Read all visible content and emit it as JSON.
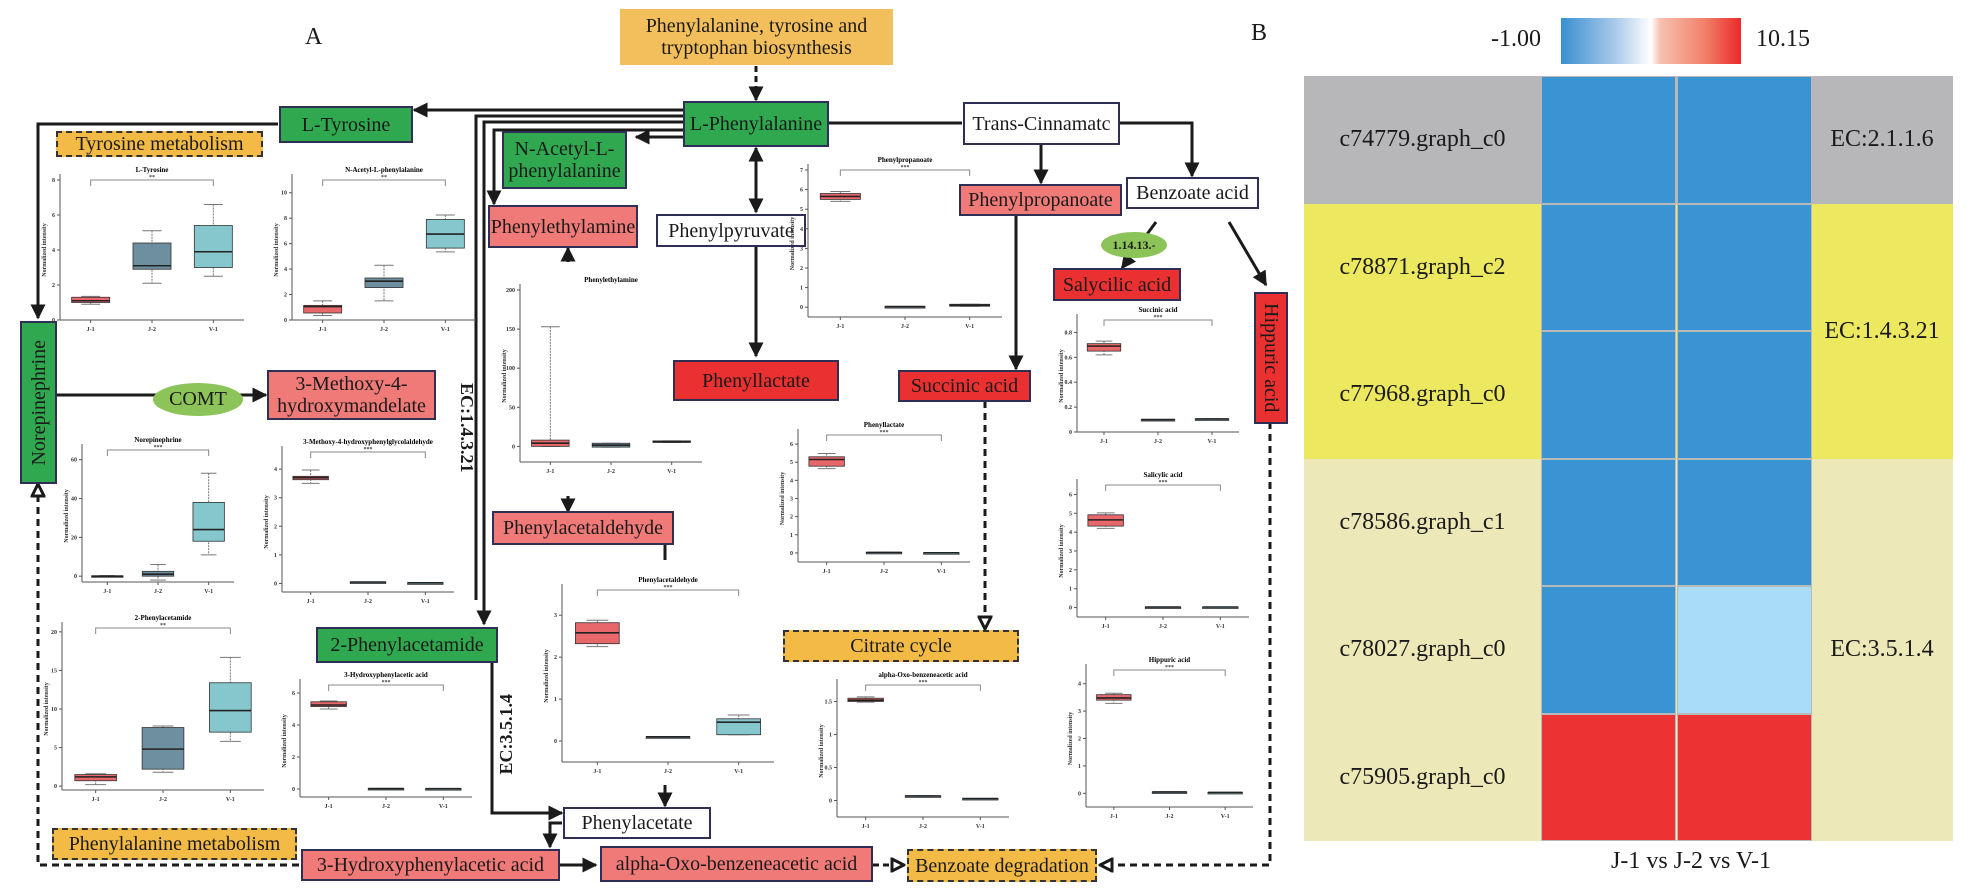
{
  "panel_labels": {
    "a": "A",
    "b": "B"
  },
  "pathway_nodes": {
    "biosynthesis": "Phenylalanine, tyrosine and\ntryptophan biosynthesis",
    "l_phenylalanine": "L-Phenylalanine",
    "l_tyrosine": "L-Tyrosine",
    "tyrosine_metabolism": "Tyrosine metabolism",
    "n_acetyl": "N-Acetyl-L-\nphenylalanine",
    "phenylethylamine": "Phenylethylamine",
    "phenylpyruvate": "Phenylpyruvate",
    "trans_cinnamate": "Trans-Cinnamatc",
    "phenylpropanoate": "Phenylpropanoate",
    "benzoate_acid": "Benzoate acid",
    "enzyme_1_14_13": "1.14.13.-",
    "salycilic_acid": "Salycilic acid",
    "hippuric_acid": "Hippuric acid",
    "norepinephrine": "Norepinephrine",
    "comt": "COMT",
    "methoxy_mandelate": "3-Methoxy-4-\nhydroxymandelate",
    "ec_1_4_3_21": "EC:1.4.3.21",
    "phenyllactate": "Phenyllactate",
    "succinic_acid": "Succinic acid",
    "phenylacetaldehyde": "Phenylacetaldehyde",
    "phenylacetamide": "2-Phenylacetamide",
    "citrate_cycle": "Citrate cycle",
    "ec_3_5_1_4": "EC:3.5.1.4",
    "phenylacetate": "Phenylacetate",
    "phenylalanine_metabolism": "Phenylalanine metabolism",
    "hydroxyphenylacetic": "3-Hydroxyphenylacetic acid",
    "alpha_oxo": "alpha-Oxo-benzeneacetic acid",
    "benzoate_degradation": "Benzoate degradation"
  },
  "chart_data": [
    {
      "id": "l_tyrosine",
      "type": "box",
      "title": "L-Tyrosine",
      "sig": "**",
      "ylabel": "Normalized intensity",
      "categories": [
        "J-1",
        "J-2",
        "V-1"
      ],
      "ylim": [
        0,
        8
      ],
      "yticks": [
        0,
        2,
        4,
        6,
        8
      ],
      "boxes": [
        {
          "min": 0.9,
          "q1": 1.0,
          "median": 1.1,
          "q3": 1.3,
          "max": 1.35
        },
        {
          "min": 2.1,
          "q1": 2.9,
          "median": 3.1,
          "q3": 4.4,
          "max": 5.1
        },
        {
          "min": 2.5,
          "q1": 3.0,
          "median": 3.9,
          "q3": 5.4,
          "max": 6.6
        }
      ]
    },
    {
      "id": "n_acetyl",
      "type": "box",
      "title": "N-Acetyl-L-phenylalanine",
      "sig": "**",
      "ylabel": "Normalized intensity",
      "categories": [
        "J-1",
        "J-2",
        "V-1"
      ],
      "ylim": [
        0,
        11
      ],
      "yticks": [
        0,
        2,
        4,
        6,
        8,
        10
      ],
      "boxes": [
        {
          "min": 0.35,
          "q1": 0.55,
          "median": 1.05,
          "q3": 1.15,
          "max": 1.5
        },
        {
          "min": 1.5,
          "q1": 2.55,
          "median": 3.05,
          "q3": 3.3,
          "max": 4.3
        },
        {
          "min": 5.35,
          "q1": 5.65,
          "median": 6.75,
          "q3": 7.9,
          "max": 8.25
        }
      ]
    },
    {
      "id": "norepinephrine",
      "type": "box",
      "title": "Norepinephrine",
      "sig": "***",
      "ylabel": "Normalized intensity",
      "categories": [
        "J-1",
        "J-2",
        "V-1"
      ],
      "ylim": [
        -3,
        65
      ],
      "yticks": [
        0,
        20,
        40,
        60
      ],
      "boxes": [
        {
          "min": 0,
          "q1": -0.2,
          "median": 0,
          "q3": 0.2,
          "max": 0.3
        },
        {
          "min": -2,
          "q1": 0,
          "median": 1,
          "q3": 2.5,
          "max": 6
        },
        {
          "min": 11,
          "q1": 18,
          "median": 24,
          "q3": 38,
          "max": 53
        }
      ]
    },
    {
      "id": "methoxy_glycolaldehyde",
      "type": "box",
      "title": "3-Methoxy-4-hydroxyphenylglycolaldehyde",
      "sig": "***",
      "ylabel": "Normalized intensity",
      "categories": [
        "J-1",
        "J-2",
        "V-1"
      ],
      "ylim": [
        -0.3,
        4.6
      ],
      "yticks": [
        0,
        1,
        2,
        3,
        4
      ],
      "boxes": [
        {
          "min": 3.5,
          "q1": 3.63,
          "median": 3.7,
          "q3": 3.75,
          "max": 3.97
        },
        {
          "min": 0.05,
          "q1": 0.05,
          "median": 0.05,
          "q3": 0.05,
          "max": 0.05
        },
        {
          "min": 0.02,
          "q1": 0.02,
          "median": 0.02,
          "q3": 0.02,
          "max": 0.02
        }
      ]
    },
    {
      "id": "phenylacetamide",
      "type": "box",
      "title": "2-Phenylacetamide",
      "sig": "**",
      "ylabel": "Normalized intensity",
      "categories": [
        "J-1",
        "J-2",
        "V-1"
      ],
      "ylim": [
        -0.5,
        20.5
      ],
      "yticks": [
        0,
        5,
        10,
        15,
        20
      ],
      "boxes": [
        {
          "min": 0.2,
          "q1": 0.7,
          "median": 1.2,
          "q3": 1.5,
          "max": 1.6
        },
        {
          "min": 1.8,
          "q1": 2.2,
          "median": 4.8,
          "q3": 7.6,
          "max": 7.8
        },
        {
          "min": 5.8,
          "q1": 7.0,
          "median": 9.8,
          "q3": 13.4,
          "max": 16.7
        }
      ]
    },
    {
      "id": "hydroxyphenylacetic",
      "type": "box",
      "title": "3-Hydroxyphenylacetic acid",
      "sig": "***",
      "ylabel": "Normalized intensity",
      "categories": [
        "J-1",
        "J-2",
        "V-1"
      ],
      "ylim": [
        -0.5,
        6.5
      ],
      "yticks": [
        0,
        2,
        4,
        6
      ],
      "boxes": [
        {
          "min": 5.0,
          "q1": 5.15,
          "median": 5.25,
          "q3": 5.45,
          "max": 5.5
        },
        {
          "min": 0.03,
          "q1": 0.03,
          "median": 0.03,
          "q3": 0.03,
          "max": 0.03
        },
        {
          "min": 0.02,
          "q1": 0.02,
          "median": 0.02,
          "q3": 0.02,
          "max": 0.02
        }
      ]
    },
    {
      "id": "phenylethylamine",
      "type": "box",
      "title": "Phenylethylamine",
      "sig": "",
      "ylabel": "Normalized intensity",
      "categories": [
        "J-1",
        "J-2",
        "V-1"
      ],
      "ylim": [
        -20,
        200
      ],
      "yticks": [
        0,
        50,
        100,
        150,
        200
      ],
      "boxes": [
        {
          "min": 0,
          "q1": 0,
          "median": 4,
          "q3": 8,
          "max": 153
        },
        {
          "min": -1,
          "q1": -1,
          "median": 1.5,
          "q3": 4,
          "max": 4
        },
        {
          "min": 5,
          "q1": 5,
          "median": 6,
          "q3": 7,
          "max": 7
        }
      ]
    },
    {
      "id": "phenylacetaldehyde",
      "type": "box",
      "title": "Phenylacetaldehyde",
      "sig": "***",
      "ylabel": "Normalized intensity",
      "categories": [
        "J-1",
        "J-2",
        "V-1"
      ],
      "ylim": [
        -0.5,
        3.6
      ],
      "yticks": [
        0,
        1,
        2,
        3
      ],
      "boxes": [
        {
          "min": 2.25,
          "q1": 2.32,
          "median": 2.58,
          "q3": 2.82,
          "max": 2.88
        },
        {
          "min": 0.1,
          "q1": 0.1,
          "median": 0.1,
          "q3": 0.1,
          "max": 0.1
        },
        {
          "min": 0.15,
          "q1": 0.15,
          "median": 0.45,
          "q3": 0.53,
          "max": 0.62
        }
      ]
    },
    {
      "id": "phenylpropanoate",
      "type": "box",
      "title": "Phenylpropanoate",
      "sig": "***",
      "ylabel": "Normalized intensity",
      "categories": [
        "J-1",
        "J-2",
        "V-1"
      ],
      "ylim": [
        -0.5,
        7
      ],
      "yticks": [
        0,
        1,
        2,
        3,
        4,
        5,
        6,
        7
      ],
      "boxes": [
        {
          "min": 5.4,
          "q1": 5.5,
          "median": 5.65,
          "q3": 5.8,
          "max": 5.9
        },
        {
          "min": 0.03,
          "q1": 0.03,
          "median": 0.03,
          "q3": 0.03,
          "max": 0.03
        },
        {
          "min": 0.05,
          "q1": 0.05,
          "median": 0.1,
          "q3": 0.15,
          "max": 0.15
        }
      ]
    },
    {
      "id": "phenyllactate",
      "type": "box",
      "title": "Phenyllactate",
      "sig": "***",
      "ylabel": "Normalized intensity",
      "categories": [
        "J-1",
        "J-2",
        "V-1"
      ],
      "ylim": [
        -0.5,
        6.5
      ],
      "yticks": [
        0,
        1,
        2,
        3,
        4,
        5,
        6
      ],
      "boxes": [
        {
          "min": 4.65,
          "q1": 4.78,
          "median": 5.15,
          "q3": 5.3,
          "max": 5.48
        },
        {
          "min": 0.03,
          "q1": 0.03,
          "median": 0.03,
          "q3": 0.03,
          "max": 0.03
        },
        {
          "min": 0.01,
          "q1": 0.01,
          "median": 0.01,
          "q3": 0.01,
          "max": 0.01
        }
      ]
    },
    {
      "id": "alpha_oxo",
      "type": "box",
      "title": "alpha-Oxo-benzeneacetic acid",
      "sig": "***",
      "ylabel": "Normalized intensity",
      "categories": [
        "J-1",
        "J-2",
        "V-1"
      ],
      "ylim": [
        -0.25,
        1.75
      ],
      "yticks": [
        0.0,
        0.5,
        1.0,
        1.5
      ],
      "boxes": [
        {
          "min": 1.49,
          "q1": 1.5,
          "median": 1.52,
          "q3": 1.55,
          "max": 1.57
        },
        {
          "min": 0.07,
          "q1": 0.07,
          "median": 0.07,
          "q3": 0.07,
          "max": 0.07
        },
        {
          "min": 0.03,
          "q1": 0.03,
          "median": 0.03,
          "q3": 0.03,
          "max": 0.03
        }
      ]
    },
    {
      "id": "succinic_acid",
      "type": "box",
      "title": "Succinic acid",
      "sig": "***",
      "ylabel": "Normalized intensity",
      "categories": [
        "J-1",
        "J-2",
        "V-1"
      ],
      "ylim": [
        0,
        0.9
      ],
      "yticks": [
        0.0,
        0.2,
        0.4,
        0.6,
        0.8
      ],
      "boxes": [
        {
          "min": 0.62,
          "q1": 0.65,
          "median": 0.69,
          "q3": 0.71,
          "max": 0.73
        },
        {
          "min": 0.1,
          "q1": 0.1,
          "median": 0.1,
          "q3": 0.1,
          "max": 0.1
        },
        {
          "min": 0.105,
          "q1": 0.105,
          "median": 0.105,
          "q3": 0.105,
          "max": 0.105
        }
      ]
    },
    {
      "id": "salicylic_acid",
      "type": "box",
      "title": "Salicylic acid",
      "sig": "***",
      "ylabel": "Normalized intensity",
      "categories": [
        "J-1",
        "J-2",
        "V-1"
      ],
      "ylim": [
        -0.5,
        6.5
      ],
      "yticks": [
        0,
        1,
        2,
        3,
        4,
        5,
        6
      ],
      "boxes": [
        {
          "min": 4.2,
          "q1": 4.32,
          "median": 4.65,
          "q3": 4.92,
          "max": 5.02
        },
        {
          "min": 0.03,
          "q1": 0.03,
          "median": 0.03,
          "q3": 0.03,
          "max": 0.03
        },
        {
          "min": 0.03,
          "q1": 0.03,
          "median": 0.03,
          "q3": 0.03,
          "max": 0.03
        }
      ]
    },
    {
      "id": "hippuric_acid",
      "type": "box",
      "title": "Hippuric acid",
      "sig": "***",
      "ylabel": "Normalized intensity",
      "categories": [
        "J-1",
        "J-2",
        "V-1"
      ],
      "ylim": [
        -0.5,
        4.5
      ],
      "yticks": [
        0,
        1,
        2,
        3,
        4
      ],
      "boxes": [
        {
          "min": 3.28,
          "q1": 3.4,
          "median": 3.48,
          "q3": 3.6,
          "max": 3.65
        },
        {
          "min": 0.05,
          "q1": 0.05,
          "median": 0.05,
          "q3": 0.05,
          "max": 0.05
        },
        {
          "min": 0.03,
          "q1": 0.03,
          "median": 0.03,
          "q3": 0.03,
          "max": 0.03
        }
      ]
    },
    {
      "id": "heatmap",
      "type": "heatmap",
      "title": "",
      "xlabel": "J-1 vs J-2 vs V-1",
      "legend_min": "-1.00",
      "legend_max": "10.15",
      "color_range": [
        -1.0,
        10.15
      ],
      "rows": [
        {
          "gene": "c74779.graph_c0",
          "ec": "EC:2.1.1.6",
          "group_color": "#b7b7b9",
          "values": [
            -1.0,
            -1.0
          ]
        },
        {
          "gene": "c78871.graph_c2",
          "ec": "EC:1.4.3.21",
          "group_color": "#ece960",
          "values": [
            -1.0,
            -1.0
          ]
        },
        {
          "gene": "c77968.graph_c0",
          "ec": "EC:1.4.3.21",
          "group_color": "#ece960",
          "values": [
            -1.0,
            -1.0
          ]
        },
        {
          "gene": "c78586.graph_c1",
          "ec": "EC:3.5.1.4",
          "group_color": "#ede8b8",
          "values": [
            -1.0,
            -1.0
          ]
        },
        {
          "gene": "c78027.graph_c0",
          "ec": "EC:3.5.1.4",
          "group_color": "#ede8b8",
          "values": [
            -1.0,
            0.5
          ]
        },
        {
          "gene": "c75905.graph_c0",
          "ec": "EC:3.5.1.4",
          "group_color": "#ede8b8",
          "values": [
            10.15,
            10.15
          ]
        }
      ],
      "ec_groups": [
        {
          "label": "EC:2.1.1.6",
          "rows": 1
        },
        {
          "label": "EC:1.4.3.21",
          "rows": 2
        },
        {
          "label": "EC:3.5.1.4",
          "rows": 3
        }
      ]
    }
  ],
  "colors": {
    "j1_box": "#e8676b",
    "j2_box": "#6e8fa0",
    "v1_box": "#86c7ce",
    "node_green": "#2fa84f",
    "node_pink": "#f07a78",
    "node_red": "#ea3030",
    "pathway_orange": "#f3bb45",
    "heat_blue": "#3a94d3",
    "heat_light_blue": "#a9dcf6",
    "heat_red": "#ec3232"
  }
}
